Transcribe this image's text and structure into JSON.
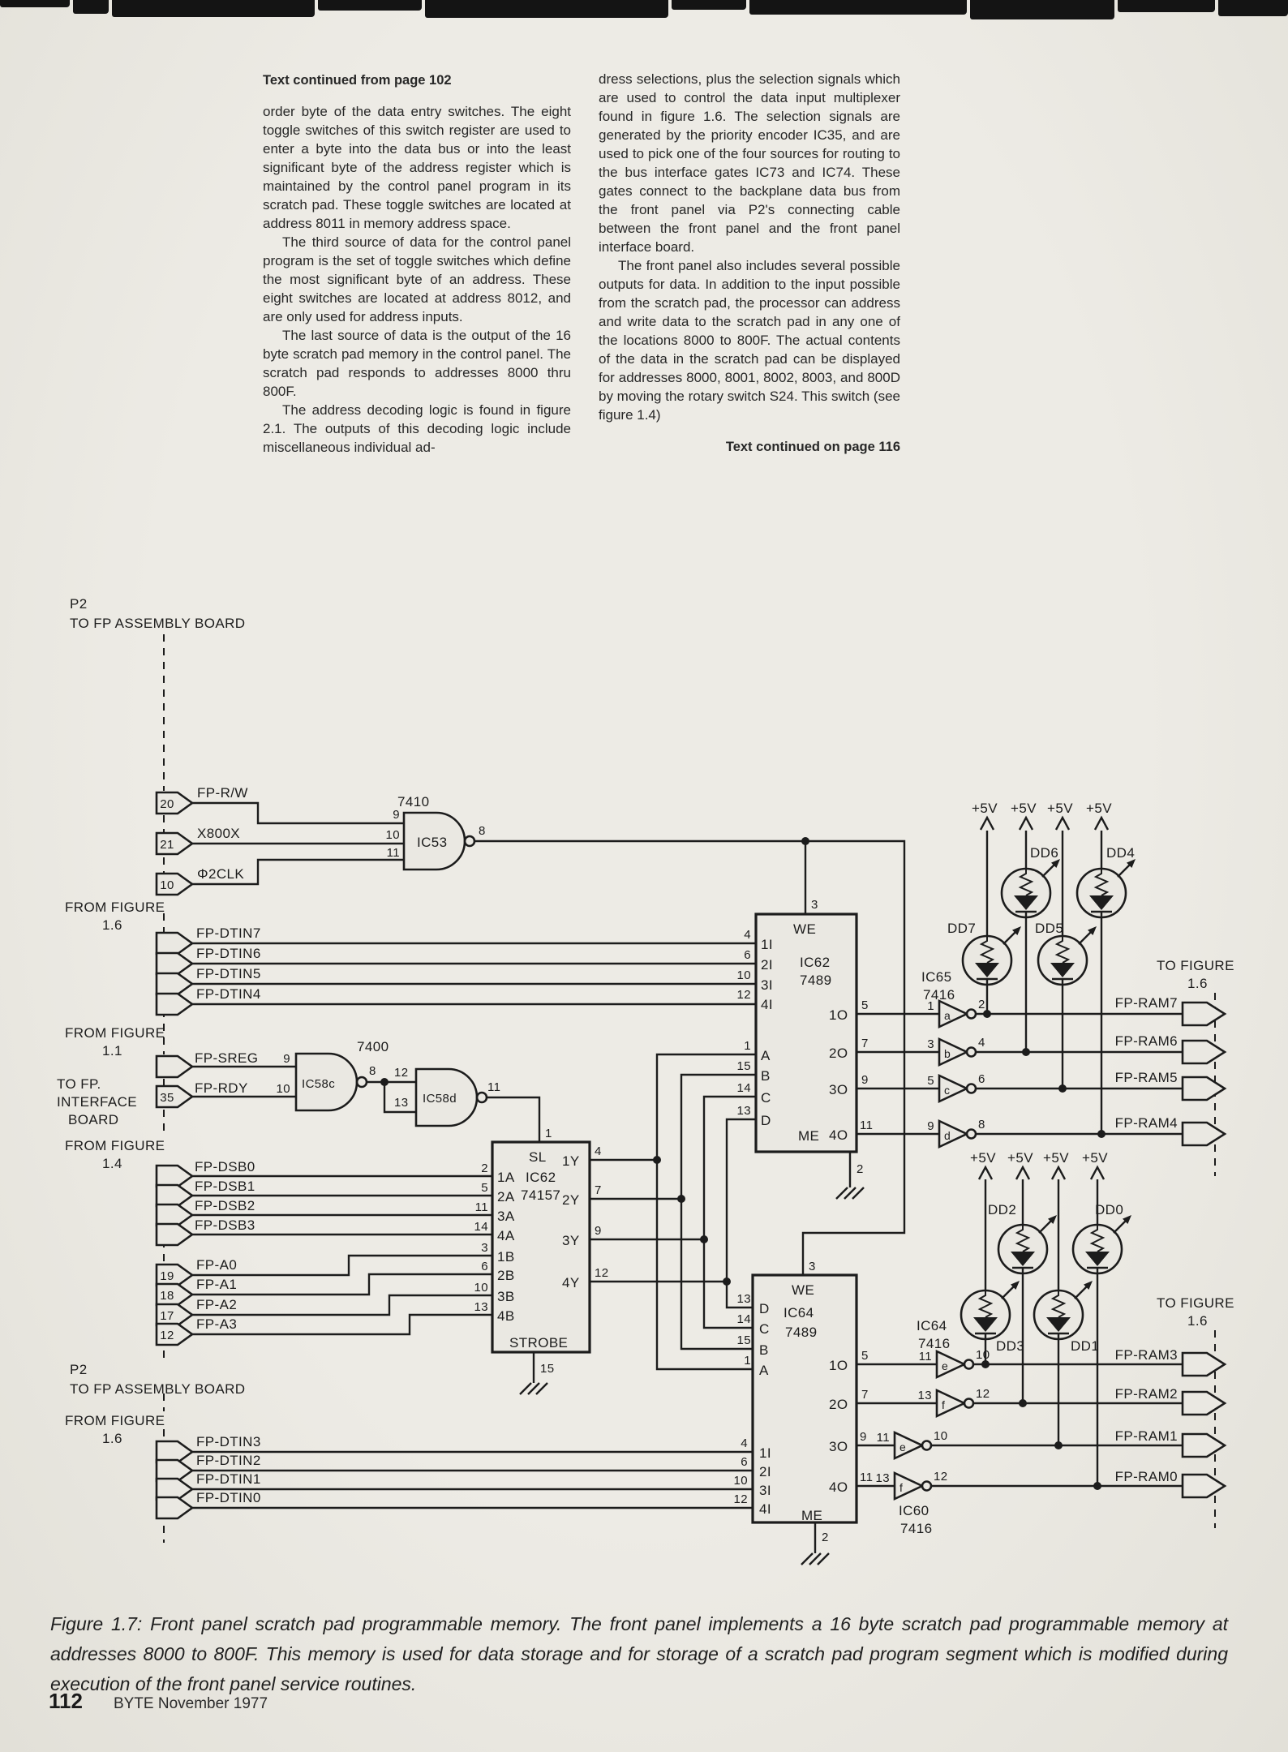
{
  "colors": {
    "paper": "#eae8e2",
    "ink": "#1c1c1c"
  },
  "header_note": "Text continued from page 102",
  "columns": {
    "left": [
      "order byte of the data entry switches. The eight toggle switches of this switch register are used to enter a byte into the data bus or into the least significant byte of the address register which is maintained by the control panel program in its scratch pad. These toggle switches are located at address 8011 in memory address space.",
      "The third source of data for the control panel program is the set of toggle switches which define the most significant byte of an address. These eight switches are located at address 8012, and are only used for address inputs.",
      "The last source of data is the output of the 16 byte scratch pad memory in the control panel. The scratch pad responds to addresses 8000 thru 800F.",
      "The address decoding logic is found in figure 2.1. The outputs of this decoding logic include miscellaneous individual ad-"
    ],
    "right": [
      "dress selections, plus the selection signals which are used to control the data input multiplexer found in figure 1.6. The selection signals are generated by the priority encoder IC35, and are used to pick one of the four sources for routing to the bus interface gates IC73 and IC74. These gates connect to the backplane data bus from the front panel via P2's connecting cable between the front panel and the front panel interface board.",
      "The front panel also includes several possible outputs for data. In addition to the input possible from the scratch pad, the processor can address and write data to the scratch pad in any one of the locations 8000 to 800F. The actual contents of the data in the scratch pad can be displayed for addresses 8000, 8001, 8002, 8003, and 800D by moving the rotary switch S24. This switch (see figure 1.4)"
    ]
  },
  "footer_note": "Text continued on page 116",
  "caption": "Figure 1.7: Front panel scratch pad programmable memory. The front panel implements a 16 byte scratch pad programmable memory at addresses 8000 to 800F. This memory is used for data storage and for storage of a scratch pad program segment which is modified during execution of the front panel service routines.",
  "footer": {
    "page_number": "112",
    "issue": "BYTE November 1977"
  },
  "schematic": {
    "plus5": "+5V",
    "p2": {
      "name": "P2",
      "dest": "TO FP ASSEMBLY BOARD"
    },
    "p2b": {
      "name": "P2",
      "dest": "TO FP ASSEMBLY BOARD"
    },
    "figrefs": {
      "f16top": {
        "l1": "FROM FIGURE",
        "l2": "1.6"
      },
      "f11": {
        "l1": "FROM FIGURE",
        "l2": "1.1"
      },
      "f14": {
        "l1": "FROM FIGURE",
        "l2": "1.4"
      },
      "f16bot": {
        "l1": "FROM FIGURE",
        "l2": "1.6"
      }
    },
    "tofp": {
      "l1": "TO FP.",
      "l2": "INTERFACE",
      "l3": "BOARD"
    },
    "tofig_hi": {
      "l1": "TO FIGURE",
      "l2": "1.6"
    },
    "tofig_lo": {
      "l1": "TO FIGURE",
      "l2": "1.6"
    },
    "in_top": [
      {
        "num": "20",
        "label": "FP-R/W"
      },
      {
        "num": "21",
        "label": "X800X"
      },
      {
        "num": "10",
        "label": "Φ2CLK"
      }
    ],
    "dtin_hi": [
      {
        "label": "FP-DTIN7",
        "pin": "4",
        "port": "1I"
      },
      {
        "label": "FP-DTIN6",
        "pin": "6",
        "port": "2I"
      },
      {
        "label": "FP-DTIN5",
        "pin": "10",
        "port": "3I"
      },
      {
        "label": "FP-DTIN4",
        "pin": "12",
        "port": "4I"
      }
    ],
    "sreg": {
      "label": "FP-SREG",
      "gate_pin": "9"
    },
    "rdy": {
      "num": "35",
      "label": "FP-RDY",
      "gate_pin": "10"
    },
    "dsb": [
      {
        "label": "FP-DSB0",
        "pin": "2",
        "port": "1A"
      },
      {
        "label": "FP-DSB1",
        "pin": "5",
        "port": "2A"
      },
      {
        "label": "FP-DSB2",
        "pin": "11",
        "port": "3A"
      },
      {
        "label": "FP-DSB3",
        "pin": "14",
        "port": "4A"
      }
    ],
    "addr": [
      {
        "num": "19",
        "label": "FP-A0",
        "pin": "3",
        "port": "1B"
      },
      {
        "num": "18",
        "label": "FP-A1",
        "pin": "6",
        "port": "2B"
      },
      {
        "num": "17",
        "label": "FP-A2",
        "pin": "10",
        "port": "3B"
      },
      {
        "num": "12",
        "label": "FP-A3",
        "pin": "13",
        "port": "4B"
      }
    ],
    "dtin_lo": [
      {
        "label": "FP-DTIN3",
        "pin": "4",
        "port": "1I"
      },
      {
        "label": "FP-DTIN2",
        "pin": "6",
        "port": "2I"
      },
      {
        "label": "FP-DTIN1",
        "pin": "10",
        "port": "3I"
      },
      {
        "label": "FP-DTIN0",
        "pin": "12",
        "port": "4I"
      }
    ],
    "ic53": {
      "part": "7410",
      "name": "IC53",
      "in1": "9",
      "in2": "10",
      "in3": "11",
      "out": "8"
    },
    "ic58": {
      "part": "7400",
      "c": {
        "name": "IC58c",
        "in1": "9",
        "in2": "10",
        "out": "8"
      },
      "d": {
        "name": "IC58d",
        "in1": "12",
        "in2": "13",
        "out": "11"
      }
    },
    "mux": {
      "name": "IC62",
      "part": "74157",
      "sl": "SL",
      "sl_pin": "1",
      "strobe": "STROBE",
      "strobe_pin": "15",
      "y": [
        {
          "label": "1Y",
          "pin": "4"
        },
        {
          "label": "2Y",
          "pin": "7"
        },
        {
          "label": "3Y",
          "pin": "9"
        },
        {
          "label": "4Y",
          "pin": "12"
        }
      ]
    },
    "ic62": {
      "name": "IC62",
      "part": "7489",
      "we": "WE",
      "we_pin": "3",
      "me": "ME",
      "me_pin": "2",
      "abcd": [
        {
          "label": "A",
          "pin": "1"
        },
        {
          "label": "B",
          "pin": "15"
        },
        {
          "label": "C",
          "pin": "14"
        },
        {
          "label": "D",
          "pin": "13"
        }
      ],
      "outs": [
        {
          "label": "1O",
          "pin": "5"
        },
        {
          "label": "2O",
          "pin": "7"
        },
        {
          "label": "3O",
          "pin": "9"
        },
        {
          "label": "4O",
          "pin": "11"
        }
      ]
    },
    "ic64": {
      "name": "IC64",
      "part": "7489",
      "we": "WE",
      "we_pin": "3",
      "me": "ME",
      "me_pin": "2",
      "abcd": [
        {
          "label": "D",
          "pin": "13"
        },
        {
          "label": "C",
          "pin": "14"
        },
        {
          "label": "B",
          "pin": "15"
        },
        {
          "label": "A",
          "pin": "1"
        }
      ],
      "outs": [
        {
          "label": "1O",
          "pin": "5"
        },
        {
          "label": "2O",
          "pin": "7"
        },
        {
          "label": "3O",
          "pin": "9"
        },
        {
          "label": "4O",
          "pin": "11"
        }
      ]
    },
    "inv_hi": {
      "name": "IC65",
      "part": "7416",
      "gates": [
        {
          "in": "1",
          "g": "a",
          "out": "2"
        },
        {
          "in": "3",
          "g": "b",
          "out": "4"
        },
        {
          "in": "5",
          "g": "c",
          "out": "6"
        },
        {
          "in": "9",
          "g": "d",
          "out": "8"
        }
      ]
    },
    "inv_lo": {
      "name1": "IC64",
      "part1": "7416",
      "name2": "IC60",
      "part2": "7416",
      "gates": [
        {
          "in": "11",
          "g": "e",
          "out": "10"
        },
        {
          "in": "13",
          "g": "f",
          "out": "12"
        },
        {
          "in": "11",
          "g": "e",
          "out": "10"
        },
        {
          "in": "13",
          "g": "f",
          "out": "12"
        }
      ]
    },
    "leds_hi": [
      "DD7",
      "DD6",
      "DD5",
      "DD4"
    ],
    "leds_lo": [
      "DD3",
      "DD2",
      "DD1",
      "DD0"
    ],
    "ram_hi": [
      "FP-RAM7",
      "FP-RAM6",
      "FP-RAM5",
      "FP-RAM4"
    ],
    "ram_lo": [
      "FP-RAM3",
      "FP-RAM2",
      "FP-RAM1",
      "FP-RAM0"
    ]
  }
}
